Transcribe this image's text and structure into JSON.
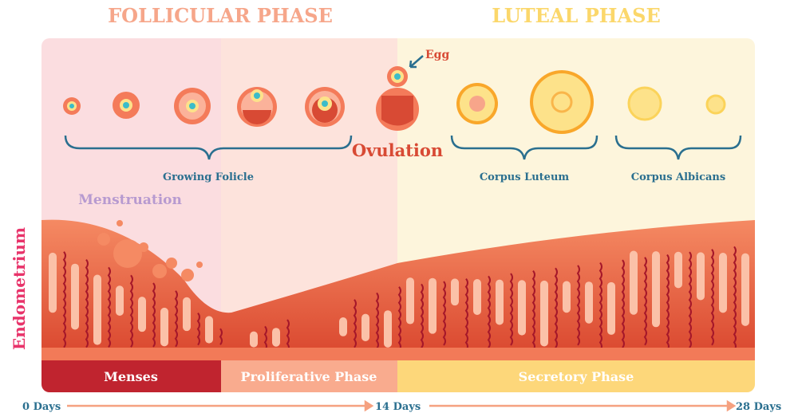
{
  "titles": {
    "follicular": "FOLLICULAR PHASE",
    "luteal": "LUTEAL PHASE"
  },
  "labels": {
    "egg": "Egg",
    "ovulation": "Ovulation",
    "growing_follicle": "Growing Folicle",
    "corpus_luteum": "Corpus Luteum",
    "corpus_albicans": "Corpus Albicans",
    "menstruation": "Menstruation",
    "endometrium": "Endometrium"
  },
  "phases": [
    {
      "label": "Menses",
      "color": "#c0242f"
    },
    {
      "label": "Proliferative Phase",
      "color": "#f9ab8e"
    },
    {
      "label": "Secretory Phase",
      "color": "#fdd77a"
    }
  ],
  "timeline": [
    "0 Days",
    "14 Days",
    "28 Days"
  ],
  "colors": {
    "pink": "#fbdde0",
    "salmon": "#fde3dc",
    "cream": "#fdf5dc",
    "tissue": "#e8603f",
    "blue": "#2a6f8f"
  }
}
